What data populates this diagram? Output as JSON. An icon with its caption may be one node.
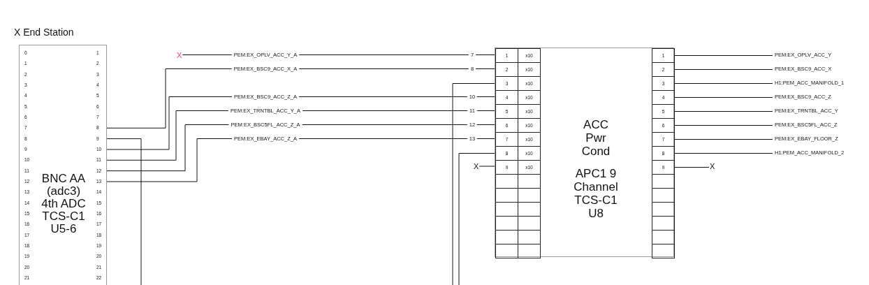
{
  "diagram": {
    "title": "X End Station",
    "nodes": [
      {
        "text": [
          "BNC AA (adc3) 4th ADC TCS-C1 U5-6"
        ]
      },
      {
        "text": [
          "X"
        ]
      },
      {
        "text": [
          "PEM:EX_OPLV_ACC_Y_A"
        ]
      },
      {
        "text": [
          "PEM:EX_BSC9_ACC_X_A"
        ]
      },
      {
        "text": [
          "PEM:EX_BSC9_ACC_Z_A"
        ]
      },
      {
        "text": [
          "PEM:EX_TRNTBL_ACC_Y_A"
        ]
      },
      {
        "text": [
          "PEM:EX_BSC5FL_ACC_Z_A"
        ]
      },
      {
        "text": [
          "PEM:EX_EBAY_ACC_Z_A"
        ]
      },
      {
        "text": [
          "ACC Pwr Cond",
          "APC1 9 Channel TCS-C1 U8"
        ]
      },
      {
        "text": [
          "1"
        ],
        "in": 8
      },
      {
        "text": [
          "x10"
        ],
        "in": 8
      },
      {
        "text": [
          "1"
        ],
        "in": 8
      },
      {
        "text": [
          "2"
        ],
        "in": 8
      },
      {
        "text": [
          "x10"
        ],
        "in": 8
      },
      {
        "text": [
          "2"
        ],
        "in": 8
      },
      {
        "text": [
          "3"
        ],
        "in": 8
      },
      {
        "text": [
          "x10"
        ],
        "in": 8
      },
      {
        "text": [
          "3"
        ],
        "in": 8
      },
      {
        "text": [
          "4"
        ],
        "in": 8
      },
      {
        "text": [
          "x10"
        ],
        "in": 8
      },
      {
        "text": [
          "4"
        ],
        "in": 8
      },
      {
        "text": [
          "5"
        ],
        "in": 8
      },
      {
        "text": [
          "x10"
        ],
        "in": 8
      },
      {
        "text": [
          "5"
        ],
        "in": 8
      },
      {
        "text": [
          "6"
        ],
        "in": 8
      },
      {
        "text": [
          "x10"
        ],
        "in": 8
      },
      {
        "text": [
          "6"
        ],
        "in": 8
      },
      {
        "text": [
          "7"
        ],
        "in": 8
      },
      {
        "text": [
          "x10"
        ],
        "in": 8
      },
      {
        "text": [
          "7"
        ],
        "in": 8
      },
      {
        "text": [
          "8"
        ],
        "in": 8
      },
      {
        "text": [
          "x10"
        ],
        "in": 8
      },
      {
        "text": [
          "8"
        ],
        "in": 8
      },
      {
        "text": [
          "9"
        ],
        "in": 8
      },
      {
        "text": [
          "x10"
        ],
        "in": 8
      },
      {
        "text": [
          "9"
        ],
        "in": 8
      },
      {
        "text": [],
        "shape": "box",
        "in": 8
      },
      {
        "text": [],
        "shape": "box",
        "in": 8
      },
      {
        "text": [],
        "shape": "box",
        "in": 8
      },
      {
        "text": [],
        "shape": "box",
        "in": 8
      },
      {
        "text": [],
        "shape": "box",
        "in": 8
      },
      {
        "text": [],
        "shape": "box",
        "in": 8
      },
      {
        "text": [],
        "shape": "box",
        "in": 8
      },
      {
        "text": [],
        "shape": "box",
        "in": 8
      },
      {
        "text": [],
        "shape": "box",
        "in": 8
      },
      {
        "text": [],
        "shape": "box",
        "in": 8
      },
      {
        "text": [],
        "shape": "box",
        "in": 8
      },
      {
        "text": [],
        "shape": "box",
        "in": 8
      },
      {
        "text": [],
        "shape": "box",
        "in": 8
      },
      {
        "text": [],
        "shape": "box",
        "in": 8
      },
      {
        "text": [],
        "shape": "box",
        "in": 8
      },
      {
        "text": [],
        "shape": "box",
        "in": 8
      },
      {
        "text": [],
        "shape": "box",
        "in": 8
      },
      {
        "text": [],
        "shape": "box",
        "in": 8
      },
      {
        "text": [
          "X"
        ]
      },
      {
        "text": [
          "X"
        ]
      },
      {
        "text": [
          "PEM:EX_OPLV_ACC_Y"
        ]
      },
      {
        "text": [
          "PEM:EX_BSC9_ACC_X"
        ]
      },
      {
        "text": [
          "H1:PEM_ACC_MANIFOLD_1"
        ]
      },
      {
        "text": [
          "PEM:EX_BSC9_ACC_Z"
        ]
      },
      {
        "text": [
          "PEM:EX_TRNTBL_ACC_Y"
        ]
      },
      {
        "text": [
          "PEM:EX_BSC5FL_ACC_Z"
        ]
      },
      {
        "text": [
          "PEM:EX_EBAY_FLOOR_Z"
        ]
      },
      {
        "text": [
          "H1:PEM_ACC_MANIFOLD_2"
        ]
      }
    ],
    "edges": [
      {
        "from": 1,
        "to": 2,
        "arrow": "none"
      },
      {
        "from": 2,
        "to": 9,
        "arrow": "none",
        "label": "7"
      },
      {
        "from": 0,
        "to": 3,
        "arrow": "none"
      },
      {
        "from": 3,
        "to": 12,
        "arrow": "none",
        "label": "8"
      },
      {
        "from": 15,
        "to": null,
        "arrow": "none"
      },
      {
        "from": 0,
        "to": 4,
        "arrow": "none"
      },
      {
        "from": 4,
        "to": 18,
        "arrow": "none",
        "label": "10"
      },
      {
        "from": 0,
        "to": 5,
        "arrow": "none"
      },
      {
        "from": 5,
        "to": 21,
        "arrow": "none",
        "label": "11"
      },
      {
        "from": 0,
        "to": 6,
        "arrow": "none"
      },
      {
        "from": 6,
        "to": 24,
        "arrow": "none",
        "label": "12"
      },
      {
        "from": 0,
        "to": 7,
        "arrow": "none"
      },
      {
        "from": 7,
        "to": 27,
        "arrow": "none",
        "label": "13"
      },
      {
        "from": 30,
        "to": null,
        "arrow": "none"
      },
      {
        "from": 54,
        "to": 33,
        "arrow": "none"
      },
      {
        "from": 0,
        "to": null,
        "arrow": "none"
      },
      {
        "from": 11,
        "to": 56,
        "arrow": "none"
      },
      {
        "from": 14,
        "to": 57,
        "arrow": "none"
      },
      {
        "from": 17,
        "to": 58,
        "arrow": "none"
      },
      {
        "from": 20,
        "to": 59,
        "arrow": "none"
      },
      {
        "from": 23,
        "to": 60,
        "arrow": "none"
      },
      {
        "from": 26,
        "to": 61,
        "arrow": "none"
      },
      {
        "from": 29,
        "to": 62,
        "arrow": "none"
      },
      {
        "from": 32,
        "to": 63,
        "arrow": "none"
      },
      {
        "from": 35,
        "to": 55,
        "arrow": "none"
      }
    ],
    "labels": [
      "0",
      "1",
      "1",
      "2",
      "2",
      "3",
      "3",
      "4",
      "4",
      "5",
      "5",
      "6",
      "6",
      "7",
      "7",
      "8",
      "8",
      "9",
      "9",
      "10",
      "10",
      "11",
      "11",
      "12",
      "12",
      "13",
      "13",
      "14",
      "14",
      "15",
      "15",
      "16",
      "16",
      "17",
      "17",
      "18",
      "18",
      "19",
      "19",
      "20",
      "20",
      "21",
      "21",
      "22"
    ]
  }
}
